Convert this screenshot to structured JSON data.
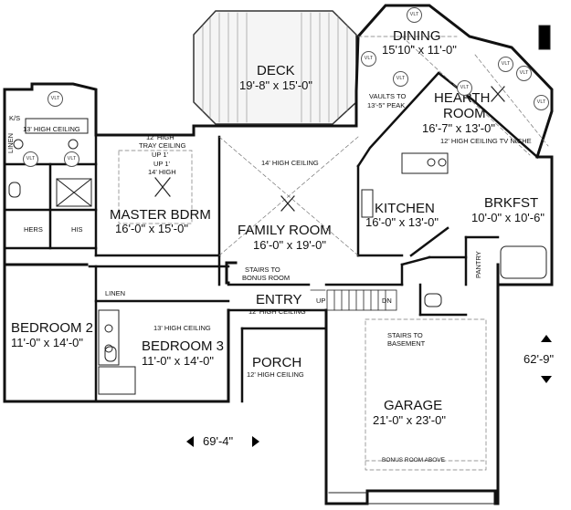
{
  "rooms": {
    "deck": {
      "name": "DECK",
      "size": "19'-8\" x 15'-0\""
    },
    "dining": {
      "name": "DINING",
      "size": "15'10\" x 11'-0\""
    },
    "hearth": {
      "name": "HEARTH",
      "name2": "ROOM",
      "size": "16'-7\" x 13'-0\""
    },
    "master": {
      "name": "MASTER BDRM",
      "size": "16'-0\" x 15'-0\""
    },
    "family": {
      "name": "FAMILY ROOM",
      "size": "16'-0\" x 19'-0\""
    },
    "kitchen": {
      "name": "KITCHEN",
      "size": "16'-0\" x 13'-0\""
    },
    "brkfst": {
      "name": "BRKFST",
      "size": "10'-0\" x 10'-6\""
    },
    "entry": {
      "name": "ENTRY"
    },
    "bedroom2": {
      "name": "BEDROOM 2",
      "size": "11'-0\" x 14'-0\""
    },
    "bedroom3": {
      "name": "BEDROOM 3",
      "size": "11'-0\" x 14'-0\""
    },
    "porch": {
      "name": "PORCH"
    },
    "garage": {
      "name": "GARAGE",
      "size": "21'-0\" x 23'-0\""
    }
  },
  "notes": {
    "ks": "K/S",
    "bath_ceiling": "13' HIGH CEILING",
    "linen_master": "LINEN",
    "tray1": "12' HIGH",
    "tray2": "TRAY CEILING",
    "tray3": "UP 1'",
    "tray4": "UP 1'",
    "tray5": "14' HIGH",
    "family_ceiling": "14' HIGH CEILING",
    "hers": "HERS",
    "his": "HIS",
    "vaults1": "VAULTS TO",
    "vaults2": "13'-5\" PEAK",
    "hearth_ceiling": "12' HIGH CEILING TV NICHE",
    "stairs_bonus1": "STAIRS TO",
    "stairs_bonus2": "BONUS ROOM",
    "entry_ceiling": "12' HIGH CEILING",
    "linen_bed": "LINEN",
    "bed3_ceiling": "13' HIGH CEILING",
    "porch_ceiling": "12' HIGH CEILING",
    "stairs_base1": "STAIRS TO",
    "stairs_base2": "BASEMENT",
    "pantry": "PANTRY",
    "up": "UP",
    "dn": "DN",
    "bonus_above": "BONUS ROOM ABOVE",
    "vlt": "VLT"
  },
  "dimensions": {
    "width": "69'-4\"",
    "depth": "62'-9\""
  }
}
